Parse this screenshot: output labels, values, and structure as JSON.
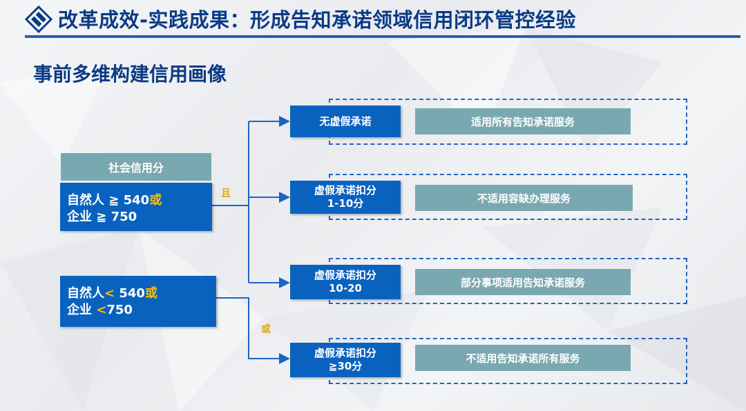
{
  "header": {
    "title": "改革成效-实践成果：形成告知承诺领域信用闭环管控经验",
    "subtitle": "事前多维构建信用画像"
  },
  "left": {
    "score_label": "社会信用分",
    "cond_high": {
      "line1_prefix": "自然人 ≧  540",
      "line1_suffix": "或",
      "line2": "企业 ≧  750"
    },
    "cond_low": {
      "line1_prefix": "自然人",
      "line1_op": "<",
      "line1_value": " 540",
      "line1_suffix": "或",
      "line2_prefix": "企业  ",
      "line2_op": "<",
      "line2_value": "750"
    },
    "and_tag": "且",
    "or_tag": "或"
  },
  "branches": [
    {
      "button_line1": "无虚假承诺",
      "button_line2": "",
      "result": "适用所有告知承诺服务"
    },
    {
      "button_line1": "虚假承诺扣分",
      "button_line2": "1-10分",
      "result": "不适用容缺办理服务"
    },
    {
      "button_line1": "虚假承诺扣分",
      "button_line2": "10-20",
      "result": "部分事项适用告知承诺服务"
    },
    {
      "button_line1": "虚假承诺扣分",
      "button_line2": "≧30分",
      "result": "不适用告知承诺所有服务"
    }
  ],
  "colors": {
    "blue": "#0a62bf",
    "teal": "#7aa8b0",
    "title": "#0a3a86",
    "accent": "#ffc000"
  }
}
